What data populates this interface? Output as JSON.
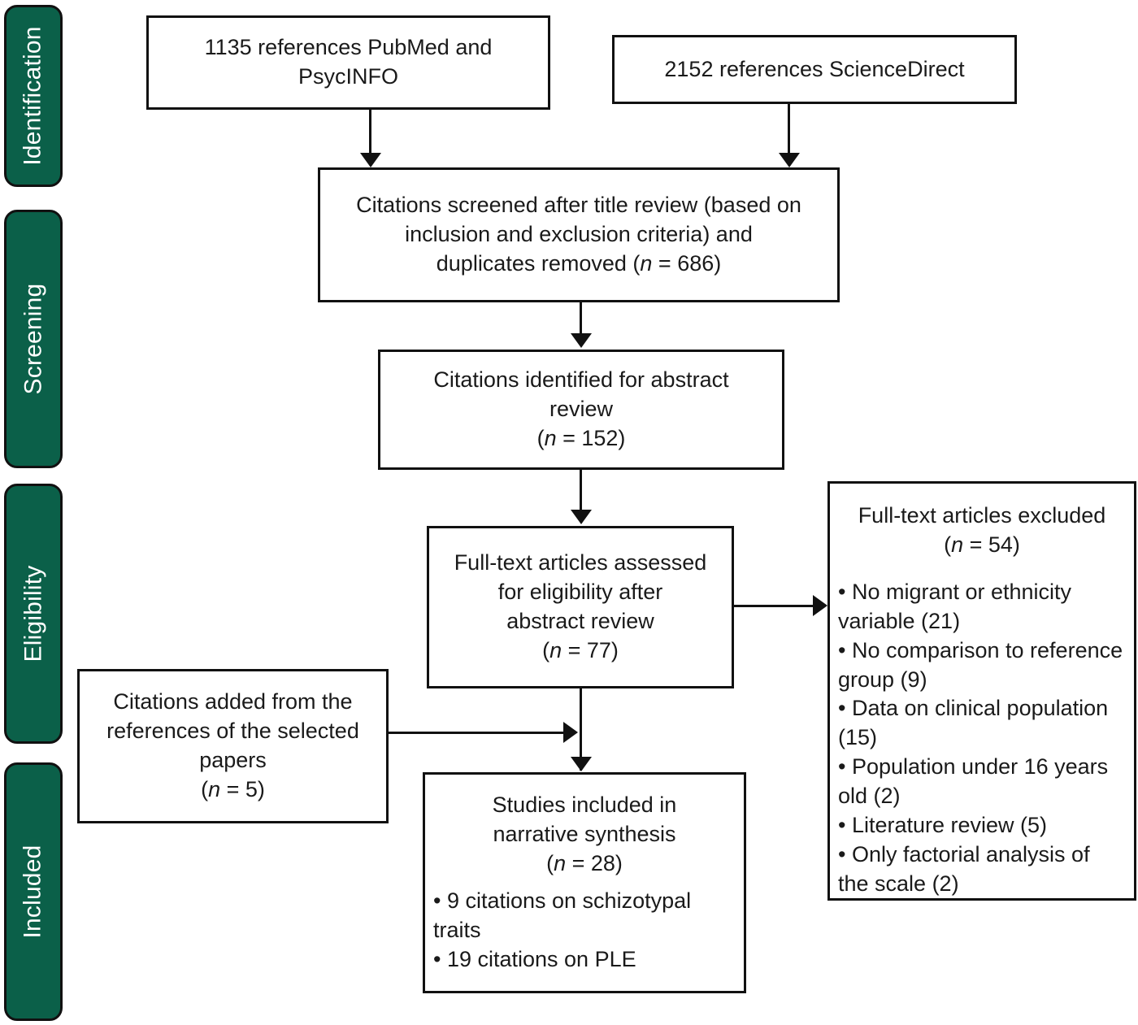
{
  "diagram": {
    "title": "PRISMA study selection flow diagram",
    "accent_color": "#0b6049",
    "line_color": "#111111",
    "background_color": "#ffffff"
  },
  "stages": [
    {
      "label": "Identification"
    },
    {
      "label": "Screening"
    },
    {
      "label": "Eligibility"
    },
    {
      "label": "Included"
    }
  ],
  "boxes": {
    "source_pubmed": {
      "line1": "1135 references PubMed and",
      "line2": "PsycINFO"
    },
    "source_sciencedirect": {
      "line1": "2152 references ScienceDirect"
    },
    "screened": {
      "line1": "Citations screened after title review (based on",
      "line2": "inclusion and exclusion criteria) and",
      "line3_prefix": "duplicates removed (",
      "line3_n": "n",
      "line3_suffix": " = 686)"
    },
    "abstract_review": {
      "line1": "Citations identified for abstract",
      "line2": "review",
      "line3_prefix": "(",
      "line3_n": "n",
      "line3_suffix": " = 152)"
    },
    "full_text_assessed": {
      "line1": "Full-text articles assessed",
      "line2": "for eligibility after",
      "line3": "abstract review",
      "line4_prefix": "(",
      "line4_n": "n",
      "line4_suffix": " = 77)"
    },
    "added_from_references": {
      "line1": "Citations added from the",
      "line2": "references of the selected",
      "line3": "papers",
      "line4_prefix": "(",
      "line4_n": "n",
      "line4_suffix": " = 5)"
    },
    "excluded": {
      "heading": "Full-text articles excluded",
      "heading_prefix": "(",
      "heading_n": "n",
      "heading_suffix": " = 54)",
      "bullets": [
        "• No migrant or ethnicity variable (21)",
        "• No comparison to reference group (9)",
        "• Data on clinical population (15)",
        "• Population under 16 years old (2)",
        "• Literature review (5)",
        "• Only factorial analysis of the scale (2)"
      ]
    },
    "included": {
      "line1": "Studies included in",
      "line2": "narrative synthesis",
      "line3_prefix": "(",
      "line3_n": "n",
      "line3_suffix": " = 28)",
      "bullets": [
        "• 9 citations on schizotypal traits",
        "• 19 citations on PLE"
      ]
    }
  }
}
